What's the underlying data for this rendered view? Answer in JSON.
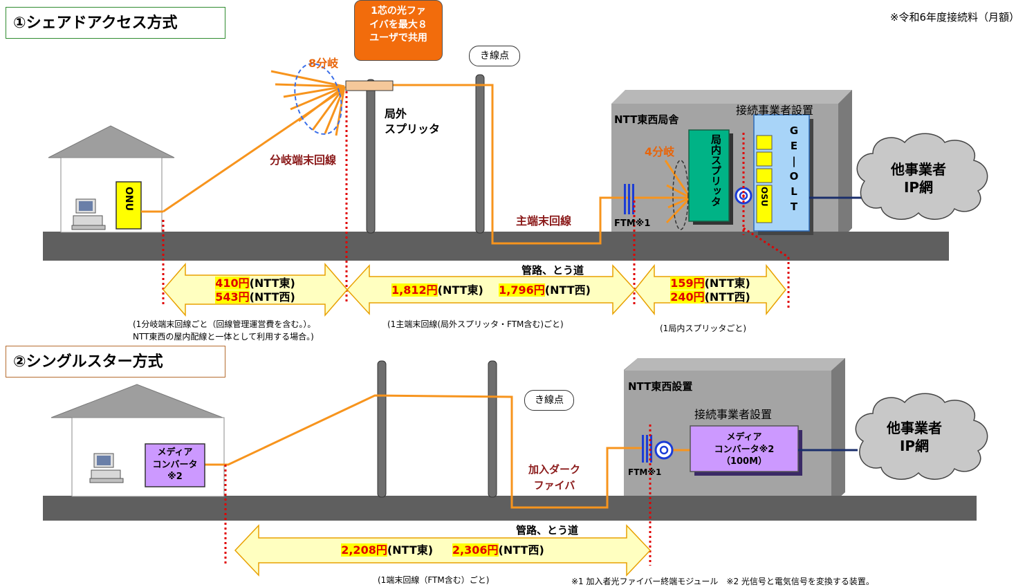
{
  "header_note": "※令和6年度接続料（月額）",
  "section1": {
    "title": "①シェアドアクセス方式",
    "callout": [
      "1芯の光ファ",
      "イバを最大８",
      "ユーザで共用"
    ],
    "branch8": "8分岐",
    "kisen1": "き線点",
    "outer_splitter": [
      "局外",
      "スプリッタ"
    ],
    "branch_line": "分岐端末回線",
    "ntt_building": "NTT東西局舎",
    "operator_install": "接続事業者設置",
    "branch4": "4分岐",
    "inner_splitter": "局内スプリッタ",
    "ftm": "FTM※1",
    "main_line": "主端末回線",
    "onu": "ONU",
    "osu": "OSU",
    "olt": [
      "G",
      "E",
      "|",
      "O",
      "L",
      "T"
    ],
    "cloud": [
      "他事業者",
      "IP網"
    ],
    "conduit": "管路、とう道",
    "prices": {
      "p1_east": "410円",
      "p1_east_suffix": "(NTT東)",
      "p1_west": "543円",
      "p1_west_suffix": "(NTT西)",
      "p2_east": "1,812円",
      "p2_east_suffix": "(NTT東)",
      "p2_west": "1,796円",
      "p2_west_suffix": "(NTT西)",
      "p3_east": "159円",
      "p3_east_suffix": "(NTT東)",
      "p3_west": "240円",
      "p3_west_suffix": "(NTT西)"
    },
    "notes": {
      "n1a": "(1分岐端末回線ごと（回線管理運営費を含む。）。",
      "n1b": "NTT東西の屋内配線と一体として利用する場合。)",
      "n2": "(1主端末回線(局外スプリッタ・FTM含む)ごと)",
      "n3": "(1局内スプリッタごと)"
    }
  },
  "section2": {
    "title": "②シングルスター方式",
    "kisen2": "き線点",
    "ntt_install": "NTT東西設置",
    "operator_install": "接続事業者設置",
    "media_house": [
      "メディア",
      "コンバータ",
      "※2"
    ],
    "media_office": [
      "メディア",
      "コンバータ※2",
      "（100M）"
    ],
    "dark_fiber": [
      "加入ダーク",
      "ファイバ"
    ],
    "ftm": "FTM※1",
    "cloud": [
      "他事業者",
      "IP網"
    ],
    "conduit": "管路、とう道",
    "prices": {
      "east": "2,208円",
      "east_suffix": "(NTT東)",
      "west": "2,306円",
      "west_suffix": "(NTT西)"
    },
    "note": "(1端末回線（FTM含む）ごと)"
  },
  "footnote": "※1 加入者光ファイバー終端モジュール　※2 光信号と電気信号を変換する装置。",
  "colors": {
    "fiber": "#f7941d",
    "price_fill": "#ffffc0",
    "splitter": "#00b386",
    "olt": "#a8d4f8",
    "media": "#cc99ff",
    "dotted": "#e00000"
  }
}
